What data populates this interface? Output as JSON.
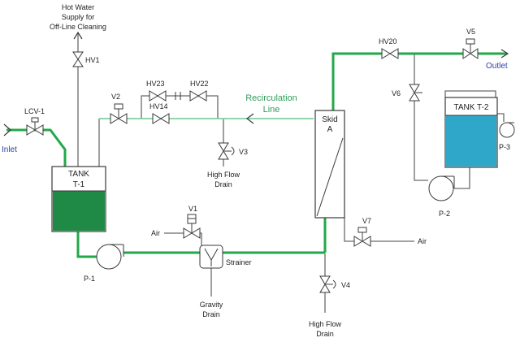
{
  "labels": {
    "hot_water": [
      "Hot Water",
      "Supply for",
      "Off-Line Cleaning"
    ],
    "hv1": "HV1",
    "lcv1": "LCV-1",
    "inlet": "Inlet",
    "tank1": [
      "TANK",
      "T-1"
    ],
    "v2": "V2",
    "hv23": "HV23",
    "hv22": "HV22",
    "hv14": "HV14",
    "recirc": [
      "Recirculation",
      "Line"
    ],
    "v3": "V3",
    "high_flow_drain_1": [
      "High Flow",
      "Drain"
    ],
    "skid": [
      "Skid",
      "A"
    ],
    "hv20": "HV20",
    "v5": "V5",
    "outlet": "Outlet",
    "v6": "V6",
    "tank2": "TANK T-2",
    "p3": "P-3",
    "p2": "P-2",
    "v1": "V1",
    "air_1": "Air",
    "strainer": "Strainer",
    "p1": "P-1",
    "gravity_drain": [
      "Gravity",
      "Drain"
    ],
    "v7": "V7",
    "air_2": "Air",
    "v4": "V4",
    "high_flow_drain_2": [
      "High Flow",
      "Drain"
    ]
  },
  "colors": {
    "main_pipe": "#22a84a",
    "recirc_pipe": "#7fd0a0",
    "aux_pipe": "#6b6b6b",
    "tank1_fill": "#1f8a45",
    "tank2_fill": "#2fa7c8",
    "inlet_outlet_text": "#2f3fa8",
    "recirc_text": "#2f9e5a"
  }
}
